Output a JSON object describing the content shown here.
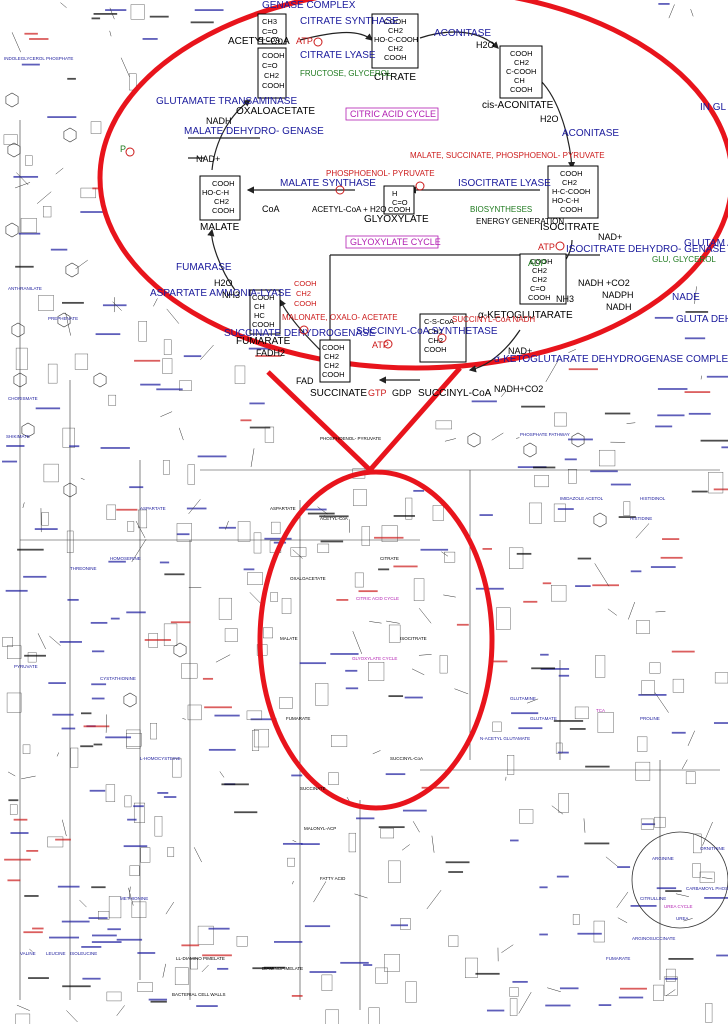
{
  "colors": {
    "highlight": "#e8141c",
    "enzyme": "#1a1a9c",
    "metabolite": "#000000",
    "cofactor": "#cc1a1a",
    "regulator": "#1f7a1f",
    "cycle_label": "#b21fb2",
    "line": "#222222"
  },
  "top_banner": "GENASE COMPLEX",
  "enzymes": {
    "citrate_synthase": "CITRATE SYNTHASE",
    "citrate_lyase": "CITRATE LYASE",
    "aconitase_top": "ACONITASE",
    "aconitase_right": "ACONITASE",
    "glutamate_transaminase": "GLUTAMATE TRANSAMINASE",
    "malate_dehydrogenase": "MALATE DEHYDRO- GENASE",
    "malate_synthase": "MALATE SYNTHASE",
    "isocitrate_lyase": "ISOCITRATE LYASE",
    "isocitrate_dehydrogenase": "ISOCITRATE DEHYDRO- GENASE",
    "glutamate_ammonia_partial": "GLUTAM AMM",
    "glutamate_dehydrogenase_partial": "GLUTA DEHYD",
    "fumarase": "FUMARASE",
    "aspartate_ammonia_lyase": "ASPARTATE AMMONIA-LYASE",
    "succinate_dehydrogenase": "SUCCINATE DEHYDROGENASE",
    "succinyl_coa_synthetase": "SUCCINYL-CoA SYNTHETASE",
    "akg_dehydrogenase": "α-KETOGLUTARATE DEHYDROGENASE COMPLEX"
  },
  "metabolites": {
    "acetyl_coa": "ACETYL-CoA",
    "oxaloacetate": "OXALOACETATE",
    "citrate": "CITRATE",
    "cis_aconitate": "cis-ACONITATE",
    "isocitrate": "ISOCITRATE",
    "glyoxylate": "GLYOXYLATE",
    "malate": "MALATE",
    "fumarate": "FUMARATE",
    "succinate": "SUCCINATE",
    "succinyl_coa": "SUCCINYL-CoA",
    "akg": "α-KETOGLUTARATE",
    "acetyl_coa_h2o": "ACETYL-CoA + H2O",
    "malonate": "MALONATE, OXALO- ACETATE"
  },
  "cofactors": {
    "nadh_mdh": "NADH",
    "nad_mdh": "NAD+",
    "h2o_aco": "H2O",
    "h2o_aco2": "H2O",
    "h2o_fum": "H2O",
    "coa_ms": "CoA",
    "atp_cs": "ATP",
    "atp_idh": "ATP",
    "adp_idh": "ADP",
    "nad_idh": "NAD+",
    "nadh_co2_idh": "NADH +CO2",
    "nh3_glu": "NH3",
    "nadph": "NADPH",
    "nadh_glu": "NADH",
    "nad_akg": "NAD+",
    "nadh_co2_akg": "NADH+CO2",
    "succinyl_coa_nadh": "SUCCINYL-CoA NADH",
    "fadh2": "FADH2",
    "fad": "FAD",
    "gtp": "GTP",
    "gdp": "GDP",
    "atp_scs": "ATP",
    "nh3_asp": "NH3",
    "p_left": "P"
  },
  "regulators": {
    "fructose_glycerol": "FRUCTOSE, GLYCEROL",
    "glu_glycerol": "GLU, GLYCEROL",
    "biosyntheses": "BIOSYNTHESES",
    "energy_generation": "ENERGY GENERATION",
    "malate_succinate_pep": "MALATE, SUCCINATE, PHOSPHOENOL- PYRUVATE",
    "pep_pyruvate": "PHOSPHOENOL- PYRUVATE"
  },
  "cycle_labels": {
    "citric_acid_cycle": "CITRIC ACID CYCLE",
    "glyoxylate_cycle": "GLYOXYLATE CYCLE"
  },
  "edge_fragments": {
    "right_top": "IN GL PHOS",
    "right_mid": "NADE"
  },
  "background_pathways": {
    "left_labels": [
      "INDOLEGLYCEROL PHOSPHATE",
      "ANTHRANILATE",
      "CHORISMATE",
      "PREPHENATE",
      "SHIKIMATE",
      "PYRUVATE",
      "VALINE",
      "ISOLEUCINE",
      "LEUCINE",
      "THREONINE",
      "HOMOSERINE",
      "ASPARTATE",
      "METHIONINE",
      "CYSTATHIONINE",
      "L-HOMOCYSTEINE"
    ],
    "mid_labels": [
      "ASPARTATE",
      "PHOSPHOENOL- PYRUVATE",
      "OXALOACETATE",
      "MALATE",
      "FUMARATE",
      "SUCCINATE",
      "SUCCINYL-CoA",
      "ISOCITRATE",
      "CITRATE",
      "ACETYL-CoA",
      "FATTY ACID",
      "MALONYL-ACP",
      "BACTERIAL CELL WALLS",
      "LL-DIAMINO PIMELATE",
      "DIAMINOPIMELATE"
    ],
    "right_labels": [
      "HISTIDINE",
      "HISTIDINOL",
      "GLUTAMATE",
      "GLUTAMINE",
      "PROLINE",
      "ORNITHINE",
      "ARGININE",
      "CITRULLINE",
      "ARGINOSUCCINATE",
      "CARBAMOYL PHOSPHATE",
      "UREA",
      "FUMARATE",
      "N-ACETYL GLUTAMATE",
      "PHOSPHATE PATHWAY",
      "IMIDAZOLE ACETOL"
    ],
    "small_labels": [
      "TCA",
      "CITRIC ACID CYCLE",
      "GLYOXYLATE CYCLE",
      "UREA CYCLE"
    ]
  }
}
